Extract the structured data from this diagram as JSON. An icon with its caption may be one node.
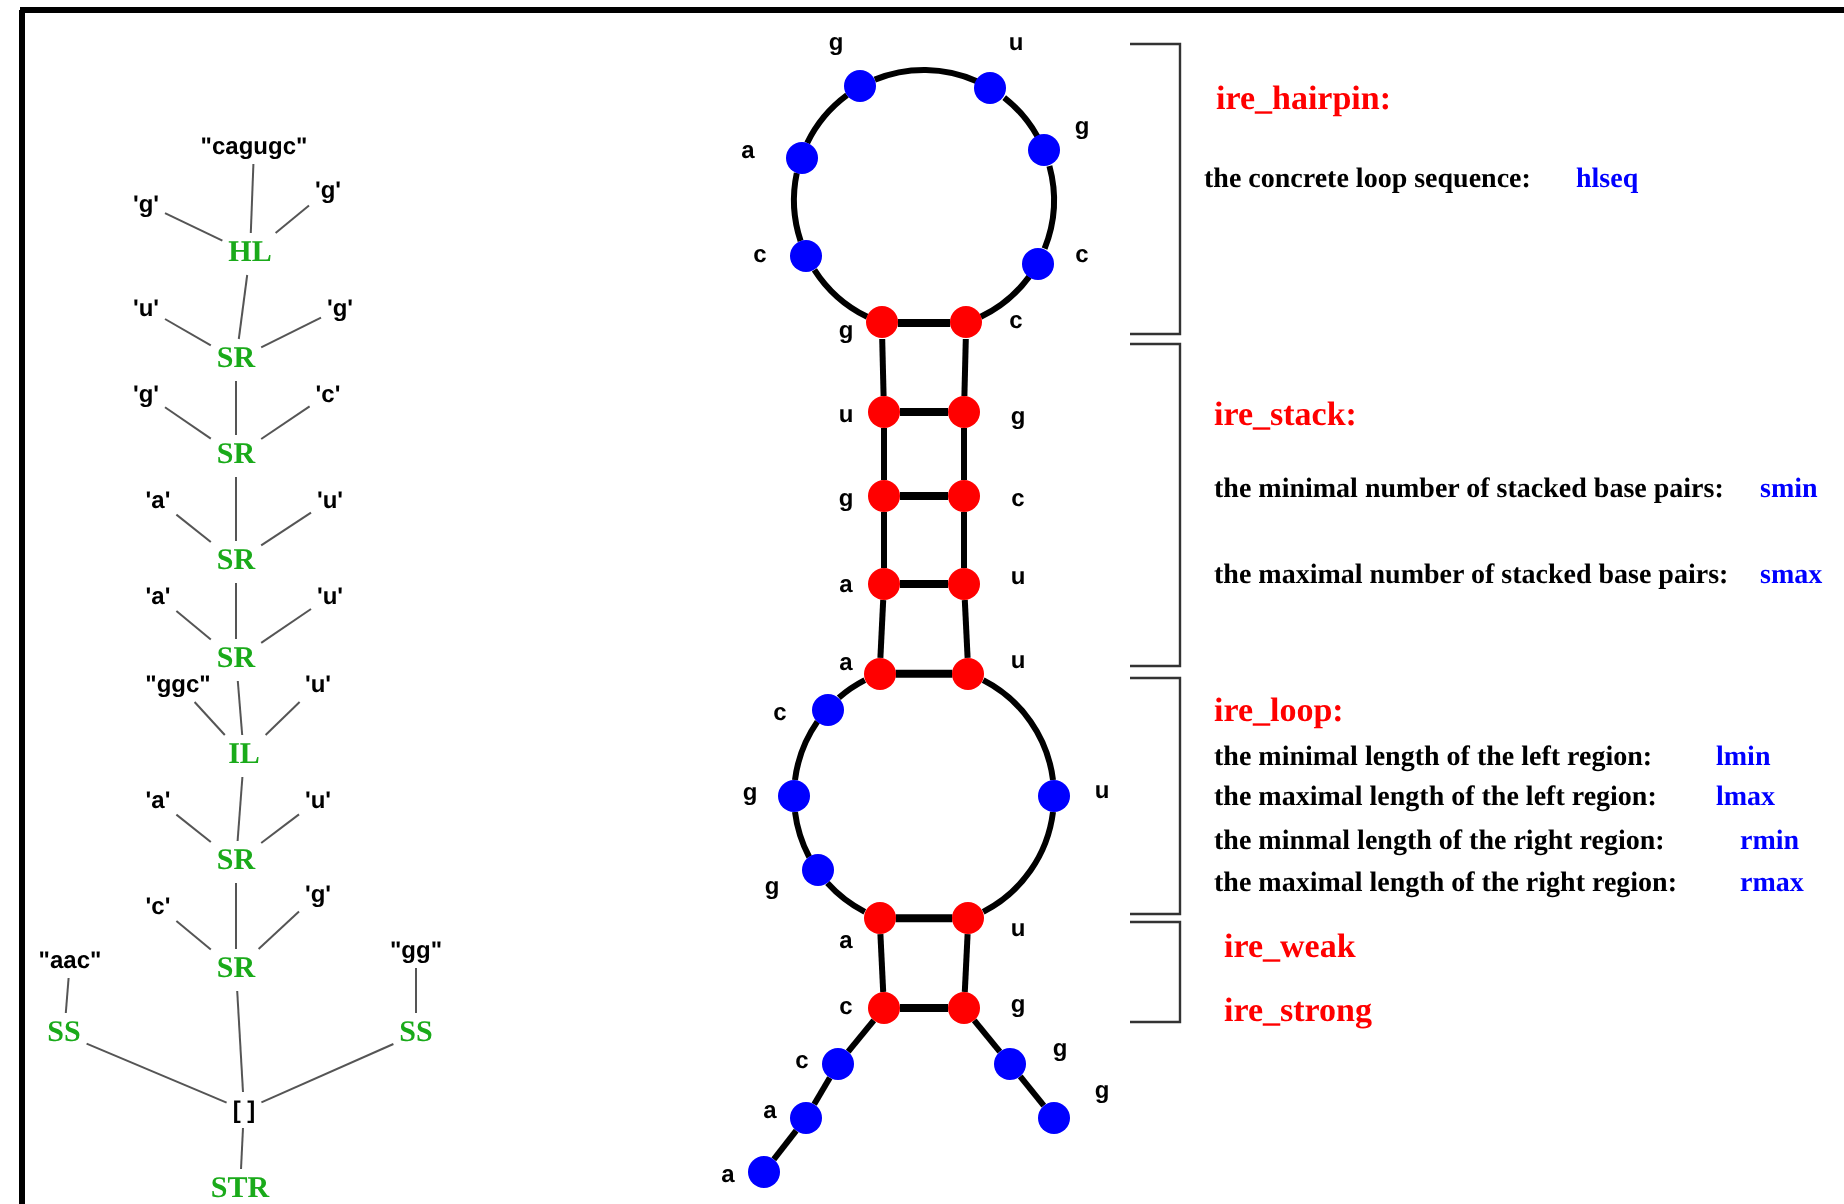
{
  "diagram": {
    "nodes": [
      {
        "text": [
          "\"cagugc\""
        ]
      },
      {
        "text": [
          "'g'"
        ]
      },
      {
        "text": [
          "'g'"
        ]
      },
      {
        "text": [
          "HL"
        ]
      },
      {
        "text": [
          "'u'"
        ]
      },
      {
        "text": [
          "'g'"
        ]
      },
      {
        "text": [
          "SR"
        ]
      },
      {
        "text": [
          "'g'"
        ]
      },
      {
        "text": [
          "'c'"
        ]
      },
      {
        "text": [
          "SR"
        ]
      },
      {
        "text": [
          "'a'"
        ]
      },
      {
        "text": [
          "'u'"
        ]
      },
      {
        "text": [
          "SR"
        ]
      },
      {
        "text": [
          "'a'"
        ]
      },
      {
        "text": [
          "'u'"
        ]
      },
      {
        "text": [
          "SR"
        ]
      },
      {
        "text": [
          "\"ggc\""
        ]
      },
      {
        "text": [
          "'u'"
        ]
      },
      {
        "text": [
          "IL"
        ]
      },
      {
        "text": [
          "'a'"
        ]
      },
      {
        "text": [
          "'u'"
        ]
      },
      {
        "text": [
          "SR"
        ]
      },
      {
        "text": [
          "'c'"
        ]
      },
      {
        "text": [
          "'g'"
        ]
      },
      {
        "text": [
          "SR"
        ]
      },
      {
        "text": [
          "\"aac\""
        ]
      },
      {
        "text": [
          "\"gg\""
        ]
      },
      {
        "text": [
          "SS"
        ]
      },
      {
        "text": [
          "SS"
        ]
      },
      {
        "text": [
          "[ ]"
        ]
      },
      {
        "text": [
          "STR"
        ]
      },
      {
        "text": [],
        "shape": "circle",
        "beside": [
          "a"
        ]
      },
      {
        "text": [],
        "shape": "circle",
        "beside": [
          "a"
        ]
      },
      {
        "text": [],
        "shape": "circle",
        "beside": [
          "c"
        ]
      },
      {
        "text": [],
        "shape": "circle",
        "beside": [
          "c"
        ]
      },
      {
        "text": [],
        "shape": "circle",
        "beside": [
          "a"
        ]
      },
      {
        "text": [],
        "shape": "circle",
        "beside": [
          "g"
        ]
      },
      {
        "text": [],
        "shape": "circle",
        "beside": [
          "g"
        ]
      },
      {
        "text": [],
        "shape": "circle",
        "beside": [
          "c"
        ]
      },
      {
        "text": [],
        "shape": "circle",
        "beside": [
          "a"
        ]
      },
      {
        "text": [],
        "shape": "circle",
        "beside": [
          "a"
        ]
      },
      {
        "text": [],
        "shape": "circle",
        "beside": [
          "g"
        ]
      },
      {
        "text": [],
        "shape": "circle",
        "beside": [
          "u"
        ]
      },
      {
        "text": [],
        "shape": "circle",
        "beside": [
          "g"
        ]
      },
      {
        "text": [],
        "shape": "circle",
        "beside": [
          "c"
        ]
      },
      {
        "text": [],
        "shape": "circle",
        "beside": [
          "a"
        ]
      },
      {
        "text": [],
        "shape": "circle",
        "beside": [
          "g"
        ]
      },
      {
        "text": [],
        "shape": "circle",
        "beside": [
          "u"
        ]
      },
      {
        "text": [],
        "shape": "circle",
        "beside": [
          "g"
        ]
      },
      {
        "text": [],
        "shape": "circle",
        "beside": [
          "c"
        ]
      },
      {
        "text": [],
        "shape": "circle",
        "beside": [
          "c"
        ]
      },
      {
        "text": [],
        "shape": "circle",
        "beside": [
          "g"
        ]
      },
      {
        "text": [],
        "shape": "circle",
        "beside": [
          "c"
        ]
      },
      {
        "text": [],
        "shape": "circle",
        "beside": [
          "u"
        ]
      },
      {
        "text": [],
        "shape": "circle",
        "beside": [
          "u"
        ]
      },
      {
        "text": [],
        "shape": "circle",
        "beside": [
          "u"
        ]
      },
      {
        "text": [],
        "shape": "circle",
        "beside": [
          "u"
        ]
      },
      {
        "text": [],
        "shape": "circle",
        "beside": [
          "g"
        ]
      },
      {
        "text": [],
        "shape": "circle",
        "beside": [
          "g"
        ]
      },
      {
        "text": [],
        "shape": "circle",
        "beside": [
          "g"
        ]
      }
    ],
    "edges": [
      {
        "from": 0,
        "to": 3,
        "arrow": "none"
      },
      {
        "from": 1,
        "to": 3,
        "arrow": "none"
      },
      {
        "from": 2,
        "to": 3,
        "arrow": "none"
      },
      {
        "from": 3,
        "to": 6,
        "arrow": "none"
      },
      {
        "from": 4,
        "to": 6,
        "arrow": "none"
      },
      {
        "from": 5,
        "to": 6,
        "arrow": "none"
      },
      {
        "from": 6,
        "to": 9,
        "arrow": "none"
      },
      {
        "from": 7,
        "to": 9,
        "arrow": "none"
      },
      {
        "from": 8,
        "to": 9,
        "arrow": "none"
      },
      {
        "from": 9,
        "to": 12,
        "arrow": "none"
      },
      {
        "from": 10,
        "to": 12,
        "arrow": "none"
      },
      {
        "from": 11,
        "to": 12,
        "arrow": "none"
      },
      {
        "from": 12,
        "to": 15,
        "arrow": "none"
      },
      {
        "from": 13,
        "to": 15,
        "arrow": "none"
      },
      {
        "from": 14,
        "to": 15,
        "arrow": "none"
      },
      {
        "from": 15,
        "to": 18,
        "arrow": "none"
      },
      {
        "from": 16,
        "to": 18,
        "arrow": "none"
      },
      {
        "from": 17,
        "to": 18,
        "arrow": "none"
      },
      {
        "from": 18,
        "to": 21,
        "arrow": "none"
      },
      {
        "from": 19,
        "to": 21,
        "arrow": "none"
      },
      {
        "from": 20,
        "to": 21,
        "arrow": "none"
      },
      {
        "from": 21,
        "to": 24,
        "arrow": "none"
      },
      {
        "from": 22,
        "to": 24,
        "arrow": "none"
      },
      {
        "from": 23,
        "to": 24,
        "arrow": "none"
      },
      {
        "from": 24,
        "to": 29,
        "arrow": "none"
      },
      {
        "from": 25,
        "to": 27,
        "arrow": "none"
      },
      {
        "from": 26,
        "to": 28,
        "arrow": "none"
      },
      {
        "from": 27,
        "to": 29,
        "arrow": "none"
      },
      {
        "from": 28,
        "to": 29,
        "arrow": "none"
      },
      {
        "from": 29,
        "to": 30,
        "arrow": "none"
      },
      {
        "from": 31,
        "to": 32,
        "arrow": "none"
      },
      {
        "from": 32,
        "to": 33,
        "arrow": "none"
      },
      {
        "from": 33,
        "to": 34,
        "arrow": "none"
      },
      {
        "from": 34,
        "to": 35,
        "arrow": "none"
      },
      {
        "from": 35,
        "to": 36,
        "arrow": "none"
      },
      {
        "from": 36,
        "to": 37,
        "arrow": "none"
      },
      {
        "from": 37,
        "to": 38,
        "arrow": "none"
      },
      {
        "from": 38,
        "to": 39,
        "arrow": "none"
      },
      {
        "from": 39,
        "to": 40,
        "arrow": "none"
      },
      {
        "from": 40,
        "to": 41,
        "arrow": "none"
      },
      {
        "from": 41,
        "to": 42,
        "arrow": "none"
      },
      {
        "from": 42,
        "to": 43,
        "arrow": "none"
      },
      {
        "from": 43,
        "to": 44,
        "arrow": "none"
      },
      {
        "from": 44,
        "to": 45,
        "arrow": "none"
      },
      {
        "from": 45,
        "to": 46,
        "arrow": "none"
      },
      {
        "from": 46,
        "to": 47,
        "arrow": "none"
      },
      {
        "from": 47,
        "to": 48,
        "arrow": "none"
      },
      {
        "from": 48,
        "to": 49,
        "arrow": "none"
      },
      {
        "from": 49,
        "to": 50,
        "arrow": "none"
      },
      {
        "from": 50,
        "to": 51,
        "arrow": "none"
      },
      {
        "from": 51,
        "to": 52,
        "arrow": "none"
      },
      {
        "from": 52,
        "to": 53,
        "arrow": "none"
      },
      {
        "from": 53,
        "to": 54,
        "arrow": "none"
      },
      {
        "from": 54,
        "to": 55,
        "arrow": "none"
      },
      {
        "from": 55,
        "to": 56,
        "arrow": "none"
      },
      {
        "from": 56,
        "to": 57,
        "arrow": "none"
      },
      {
        "from": 57,
        "to": 58,
        "arrow": "none"
      },
      {
        "from": 58,
        "to": 59,
        "arrow": "none"
      },
      {
        "from": 34,
        "to": 57,
        "arrow": "none"
      },
      {
        "from": 35,
        "to": 56,
        "arrow": "none"
      },
      {
        "from": 39,
        "to": 54,
        "arrow": "none"
      },
      {
        "from": 40,
        "to": 53,
        "arrow": "none"
      },
      {
        "from": 41,
        "to": 52,
        "arrow": "none"
      },
      {
        "from": 42,
        "to": 51,
        "arrow": "none"
      },
      {
        "from": 43,
        "to": 50,
        "arrow": "none"
      }
    ],
    "labels": [
      "ire_hairpin:",
      "the concrete loop sequence:",
      "hlseq",
      "ire_stack:",
      "the minimal number of stacked base pairs:",
      "smin",
      "the maximal number of stacked base pairs:",
      "smax",
      "ire_loop:",
      "the minimal length of the left region:",
      "lmin",
      "the maximal length of the left region:",
      "lmax",
      "the minmal length of the right region:",
      "rmin",
      "the maximal length of the right region:",
      "rmax",
      "ire_weak",
      "ire_strong"
    ]
  }
}
